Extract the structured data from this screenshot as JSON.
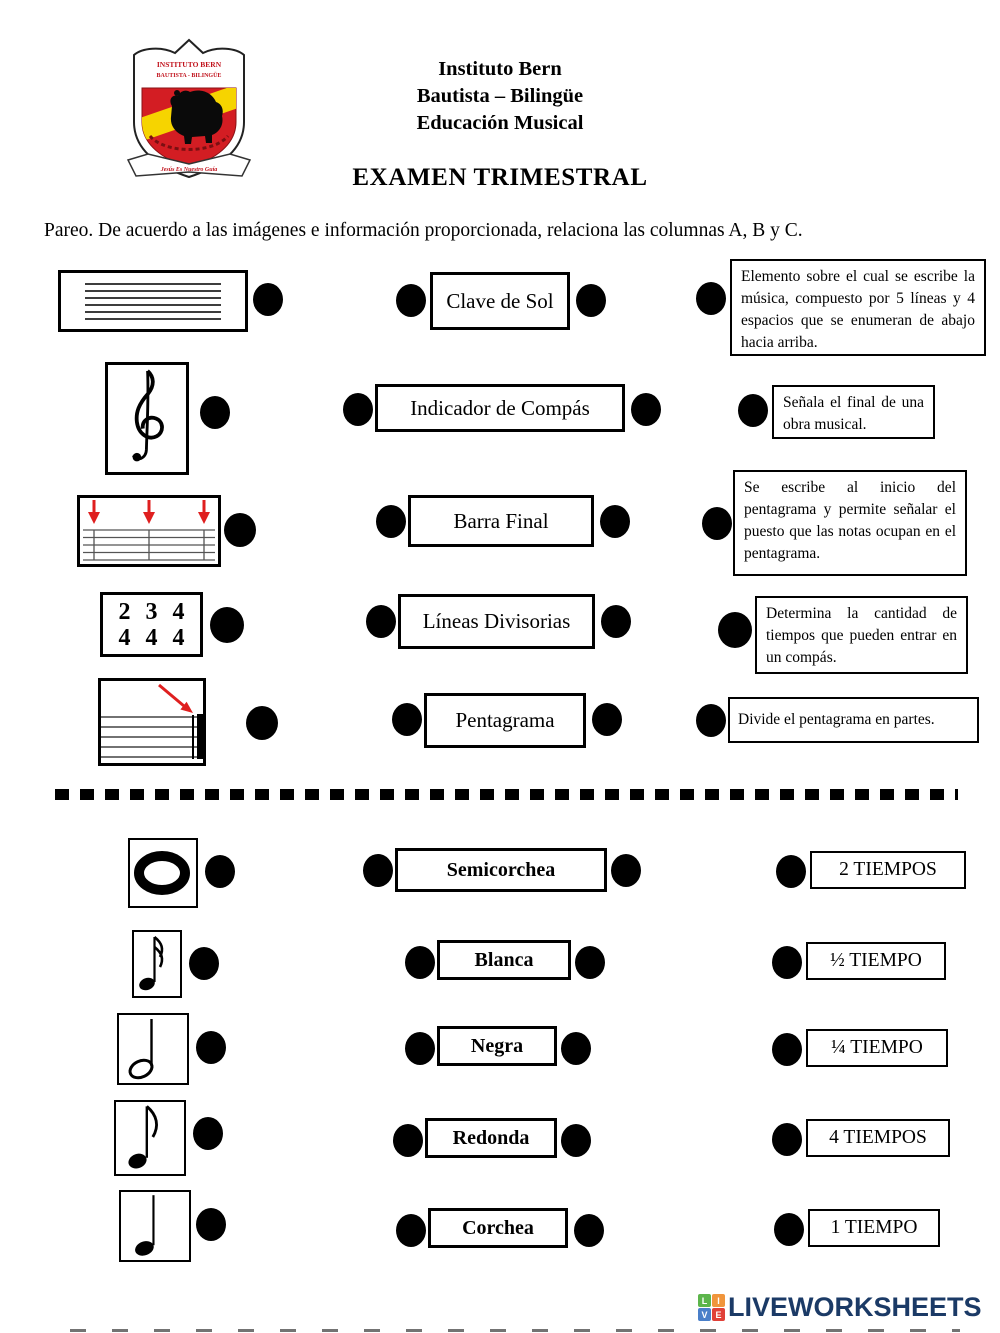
{
  "colors": {
    "arrow_red": "#df1f1f",
    "shield_red": "#d31d23",
    "band_yellow": "#f6d400",
    "brand_navy": "#1b3a66",
    "logo_green": "#5cb54b",
    "logo_orange": "#f0953c",
    "logo_blue": "#4a7fc9",
    "logo_red": "#e04038"
  },
  "header": {
    "logo": {
      "top1": "INSTITUTO BERN",
      "top2": "BAUTISTA - BILINGÜE",
      "ribbon": "Jesús Es Nuestro Guía"
    },
    "line1": "Instituto Bern",
    "line2": "Bautista – Bilingüe",
    "line3": "Educación Musical",
    "exam_title": "EXAMEN TRIMESTRAL"
  },
  "instructions": "Pareo. De acuerdo a las imágenes e información proporcionada, relaciona las columnas A, B y C.",
  "s1": {
    "images": [
      "staff-lines",
      "treble-clef",
      "bar-lines-with-red-arrows",
      "time-signatures",
      "final-bar-with-red-arrow"
    ],
    "terms": [
      "Clave de Sol",
      "Indicador de Compás",
      "Barra Final",
      "Líneas Divisorias",
      "Pentagrama"
    ],
    "defs": [
      "Elemento sobre el cual se escribe la música, compuesto por 5 líneas y 4 espacios que se enumeran de abajo hacia arriba.",
      "Señala el final de una obra musical.",
      "Se escribe al inicio del pentagrama y permite señalar el puesto que las notas ocupan en el pentagrama.",
      "Determina la cantidad de tiempos que pueden entrar en un compás.",
      "Divide el pentagrama en partes."
    ],
    "timesig": {
      "top": [
        "2",
        "3",
        "4"
      ],
      "bottom": [
        "4",
        "4",
        "4"
      ]
    }
  },
  "s2": {
    "images": [
      "whole-note",
      "sixteenth-note",
      "half-note",
      "eighth-note",
      "quarter-note"
    ],
    "names": [
      "Semicorchea",
      "Blanca",
      "Negra",
      "Redonda",
      "Corchea"
    ],
    "durations": [
      "2 TIEMPOS",
      "½ TIEMPO",
      "¼ TIEMPO",
      "4 TIEMPOS",
      "1 TIEMPO"
    ]
  },
  "footer": {
    "brand": "LIVEWORKSHEETS",
    "logo_letters": [
      "L",
      "I",
      "V",
      "E"
    ]
  }
}
